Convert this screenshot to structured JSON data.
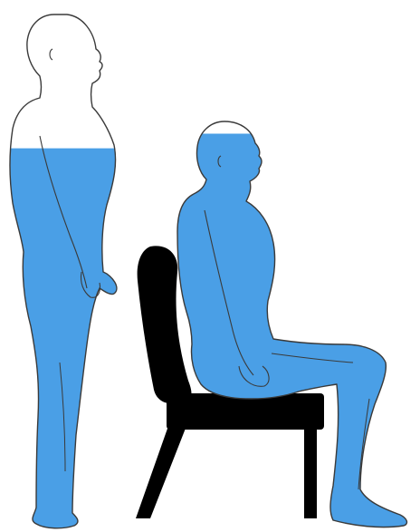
{
  "illustration": {
    "figures": [
      {
        "name": "standing-figure",
        "fill_level": 0.74
      },
      {
        "name": "seated-figure",
        "fill_level": 0.97
      }
    ]
  },
  "colors": {
    "fill": "#4a9fe6",
    "outline": "#3a3a3a",
    "background": "#ffffff",
    "chair": "#000000"
  }
}
